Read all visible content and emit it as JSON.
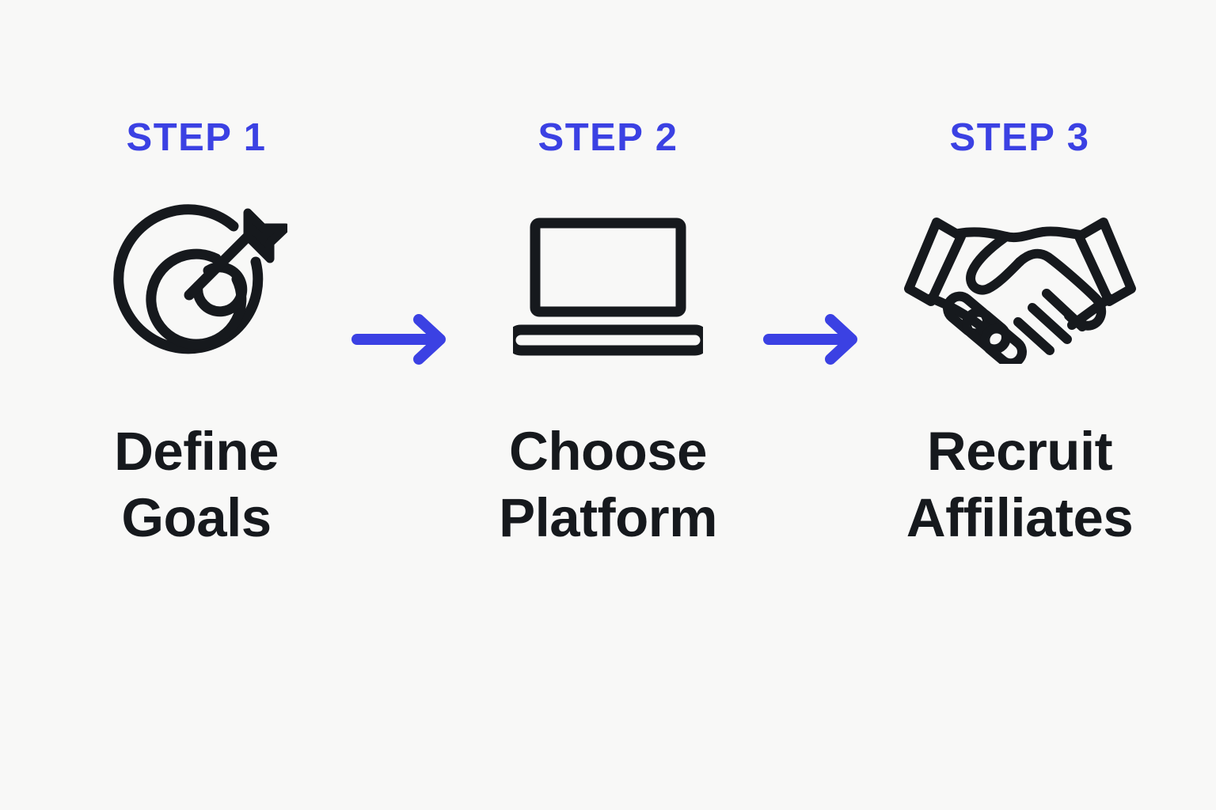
{
  "theme": {
    "background": "#f8f8f7",
    "accent_blue": "#3b41e3",
    "ink": "#16191d"
  },
  "steps": [
    {
      "eyebrow": "STEP 1",
      "label": "Define\nGoals",
      "icon": "target-arrow-icon"
    },
    {
      "eyebrow": "STEP 2",
      "label": "Choose\nPlatform",
      "icon": "laptop-icon"
    },
    {
      "eyebrow": "STEP 3",
      "label": "Recruit\nAffiliates",
      "icon": "handshake-icon"
    }
  ],
  "connectors": [
    {
      "icon": "arrow-right-icon"
    },
    {
      "icon": "arrow-right-icon"
    }
  ]
}
